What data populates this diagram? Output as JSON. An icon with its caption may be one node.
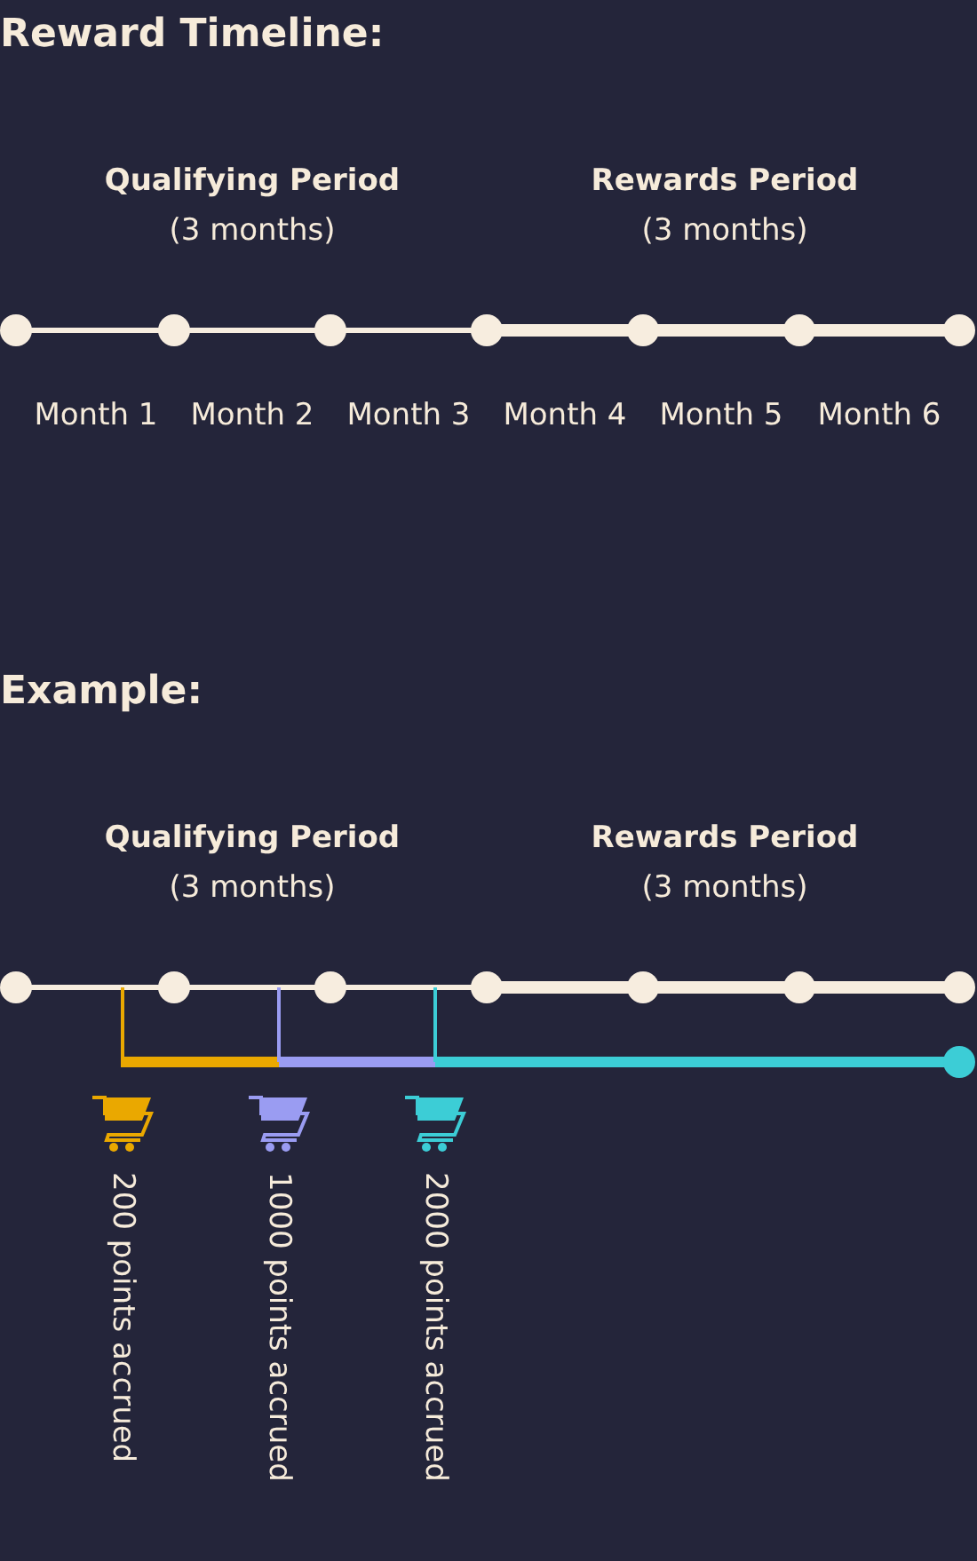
{
  "diagram": {
    "title": "Reward Timeline:",
    "labels": [
      "Qualifying Period",
      "(3 months)",
      "Rewards Period",
      "(3 months)",
      "Month 1",
      "Month 2",
      "Month 3",
      "Month 4",
      "Month 5",
      "Month 6",
      "Example:",
      "Qualifying Period",
      "(3 months)",
      "Rewards Period",
      "(3 months)",
      "200 points accrued",
      "1000 points accrued",
      "2000 points accrued"
    ]
  }
}
